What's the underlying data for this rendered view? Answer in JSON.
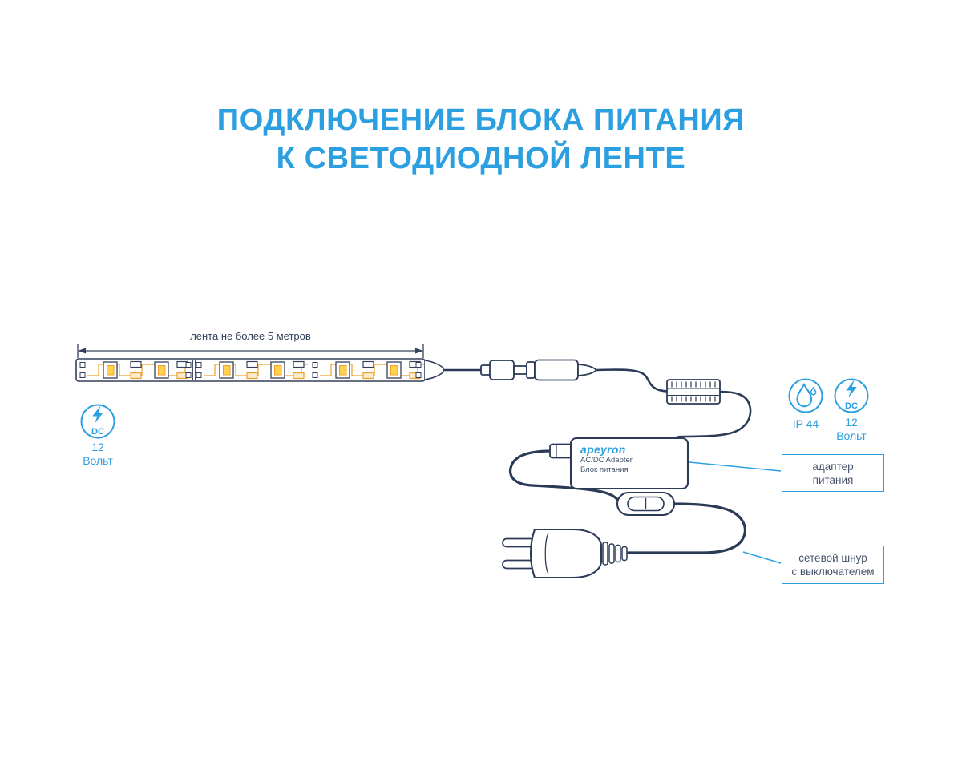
{
  "title": {
    "line1": "ПОДКЛЮЧЕНИЕ БЛОКА ПИТАНИЯ",
    "line2": "К СВЕТОДИОДНОЙ ЛЕНТЕ"
  },
  "strip": {
    "dimension_label": "лента не более 5 метров"
  },
  "badges": {
    "dc_left": {
      "symbol": "DC",
      "value": "12",
      "unit": "Вольт"
    },
    "ip44": {
      "label": "IP 44"
    },
    "dc_right": {
      "symbol": "DC",
      "value": "12",
      "unit": "Вольт"
    }
  },
  "adapter": {
    "brand": "apeyron",
    "type_line": "AC/DC Adapter",
    "name_line": "Блок питания"
  },
  "callouts": {
    "adapter": {
      "line1": "адаптер",
      "line2": "питания"
    },
    "cord": {
      "line1": "сетевой шнур",
      "line2": "с выключателем"
    }
  },
  "colors": {
    "accent": "#2b9fe0",
    "line_art": "#2a3a57",
    "led_yellow": "#ffd34d",
    "led_orange": "#f0a02a"
  }
}
